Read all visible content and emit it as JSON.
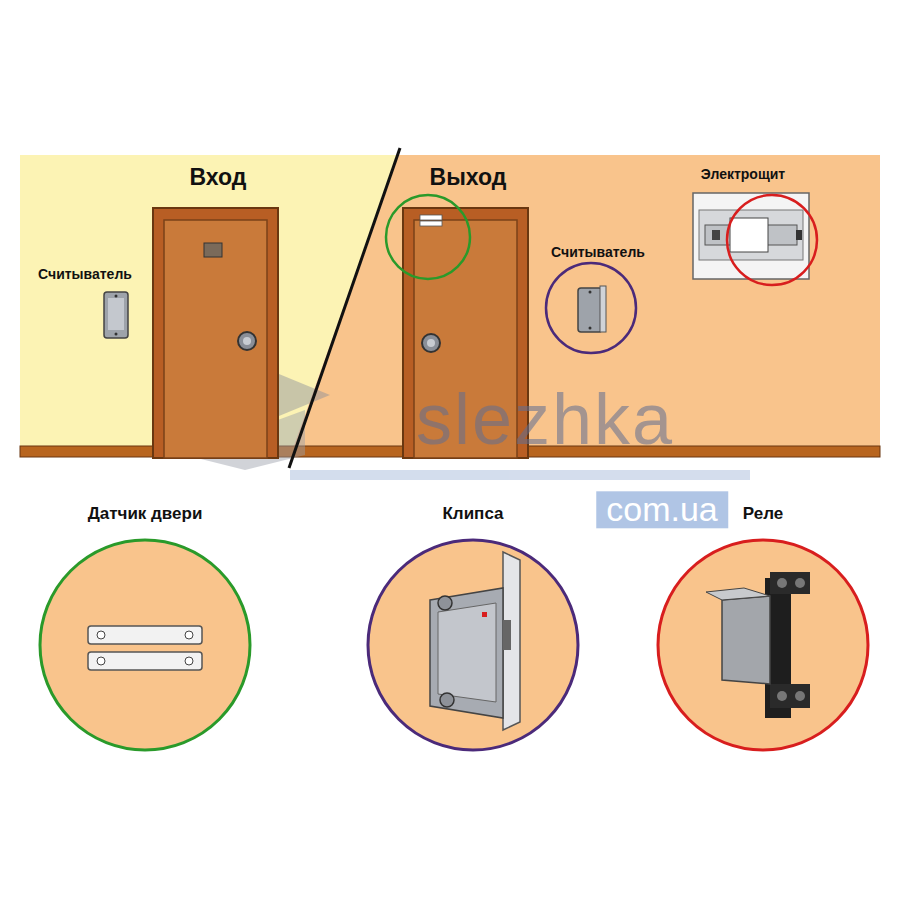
{
  "diagram": {
    "nodes": [
      {
        "text": [
          "Датчик двери"
        ]
      },
      {
        "text": [
          "Клипса"
        ]
      },
      {
        "text": [
          "Реле"
        ]
      }
    ],
    "labels": [
      "Вход",
      "Выход",
      "Электрощит",
      "Считыватель",
      "Считыватель",
      "slezhka",
      "com.ua"
    ]
  }
}
